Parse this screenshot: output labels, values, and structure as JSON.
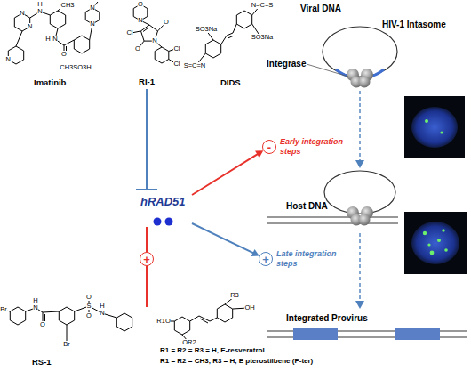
{
  "diagram": {
    "nodes": [
      {
        "text": [
          "RI-1"
        ]
      },
      {
        "text": [
          "hRAD51"
        ]
      },
      {
        "text": [
          "-",
          "Early integration steps"
        ]
      },
      {
        "text": [
          "+",
          "Late integration steps"
        ]
      },
      {
        "text": [
          "+"
        ]
      }
    ],
    "edges": [
      {
        "from": 0,
        "to": 1,
        "arrow": "to"
      },
      {
        "from": 1,
        "to": 2,
        "arrow": "to"
      },
      {
        "from": 1,
        "to": 3,
        "arrow": "to"
      },
      {
        "from": 4,
        "to": 1,
        "arrow": "none"
      }
    ],
    "labels": [
      "Imatinib",
      "DIDS",
      "RS-1",
      "R1 = R2 = R3 = H, E-resveratrol",
      "R1 = R2 = CH3, R3 = H, E pterostilbene (P-ter)",
      "Viral DNA",
      "HIV-1 Intasome",
      "Integrase",
      "Host DNA",
      "Integrated Provirus",
      "N",
      "N",
      "N",
      "H",
      "N",
      "CH3",
      "H",
      "N",
      "O",
      "N",
      "N",
      "CH3SO3H",
      "O",
      "N",
      "Cl",
      "O",
      "N",
      "O",
      "Cl",
      "Cl",
      "SO3Na",
      "N=C=S",
      "S=C=N",
      "SO3Na",
      "Br",
      "N",
      "H",
      "O",
      "S",
      "O",
      "O",
      "N",
      "H",
      "Br",
      "R3",
      "OH",
      "R1O",
      "OR2"
    ]
  }
}
